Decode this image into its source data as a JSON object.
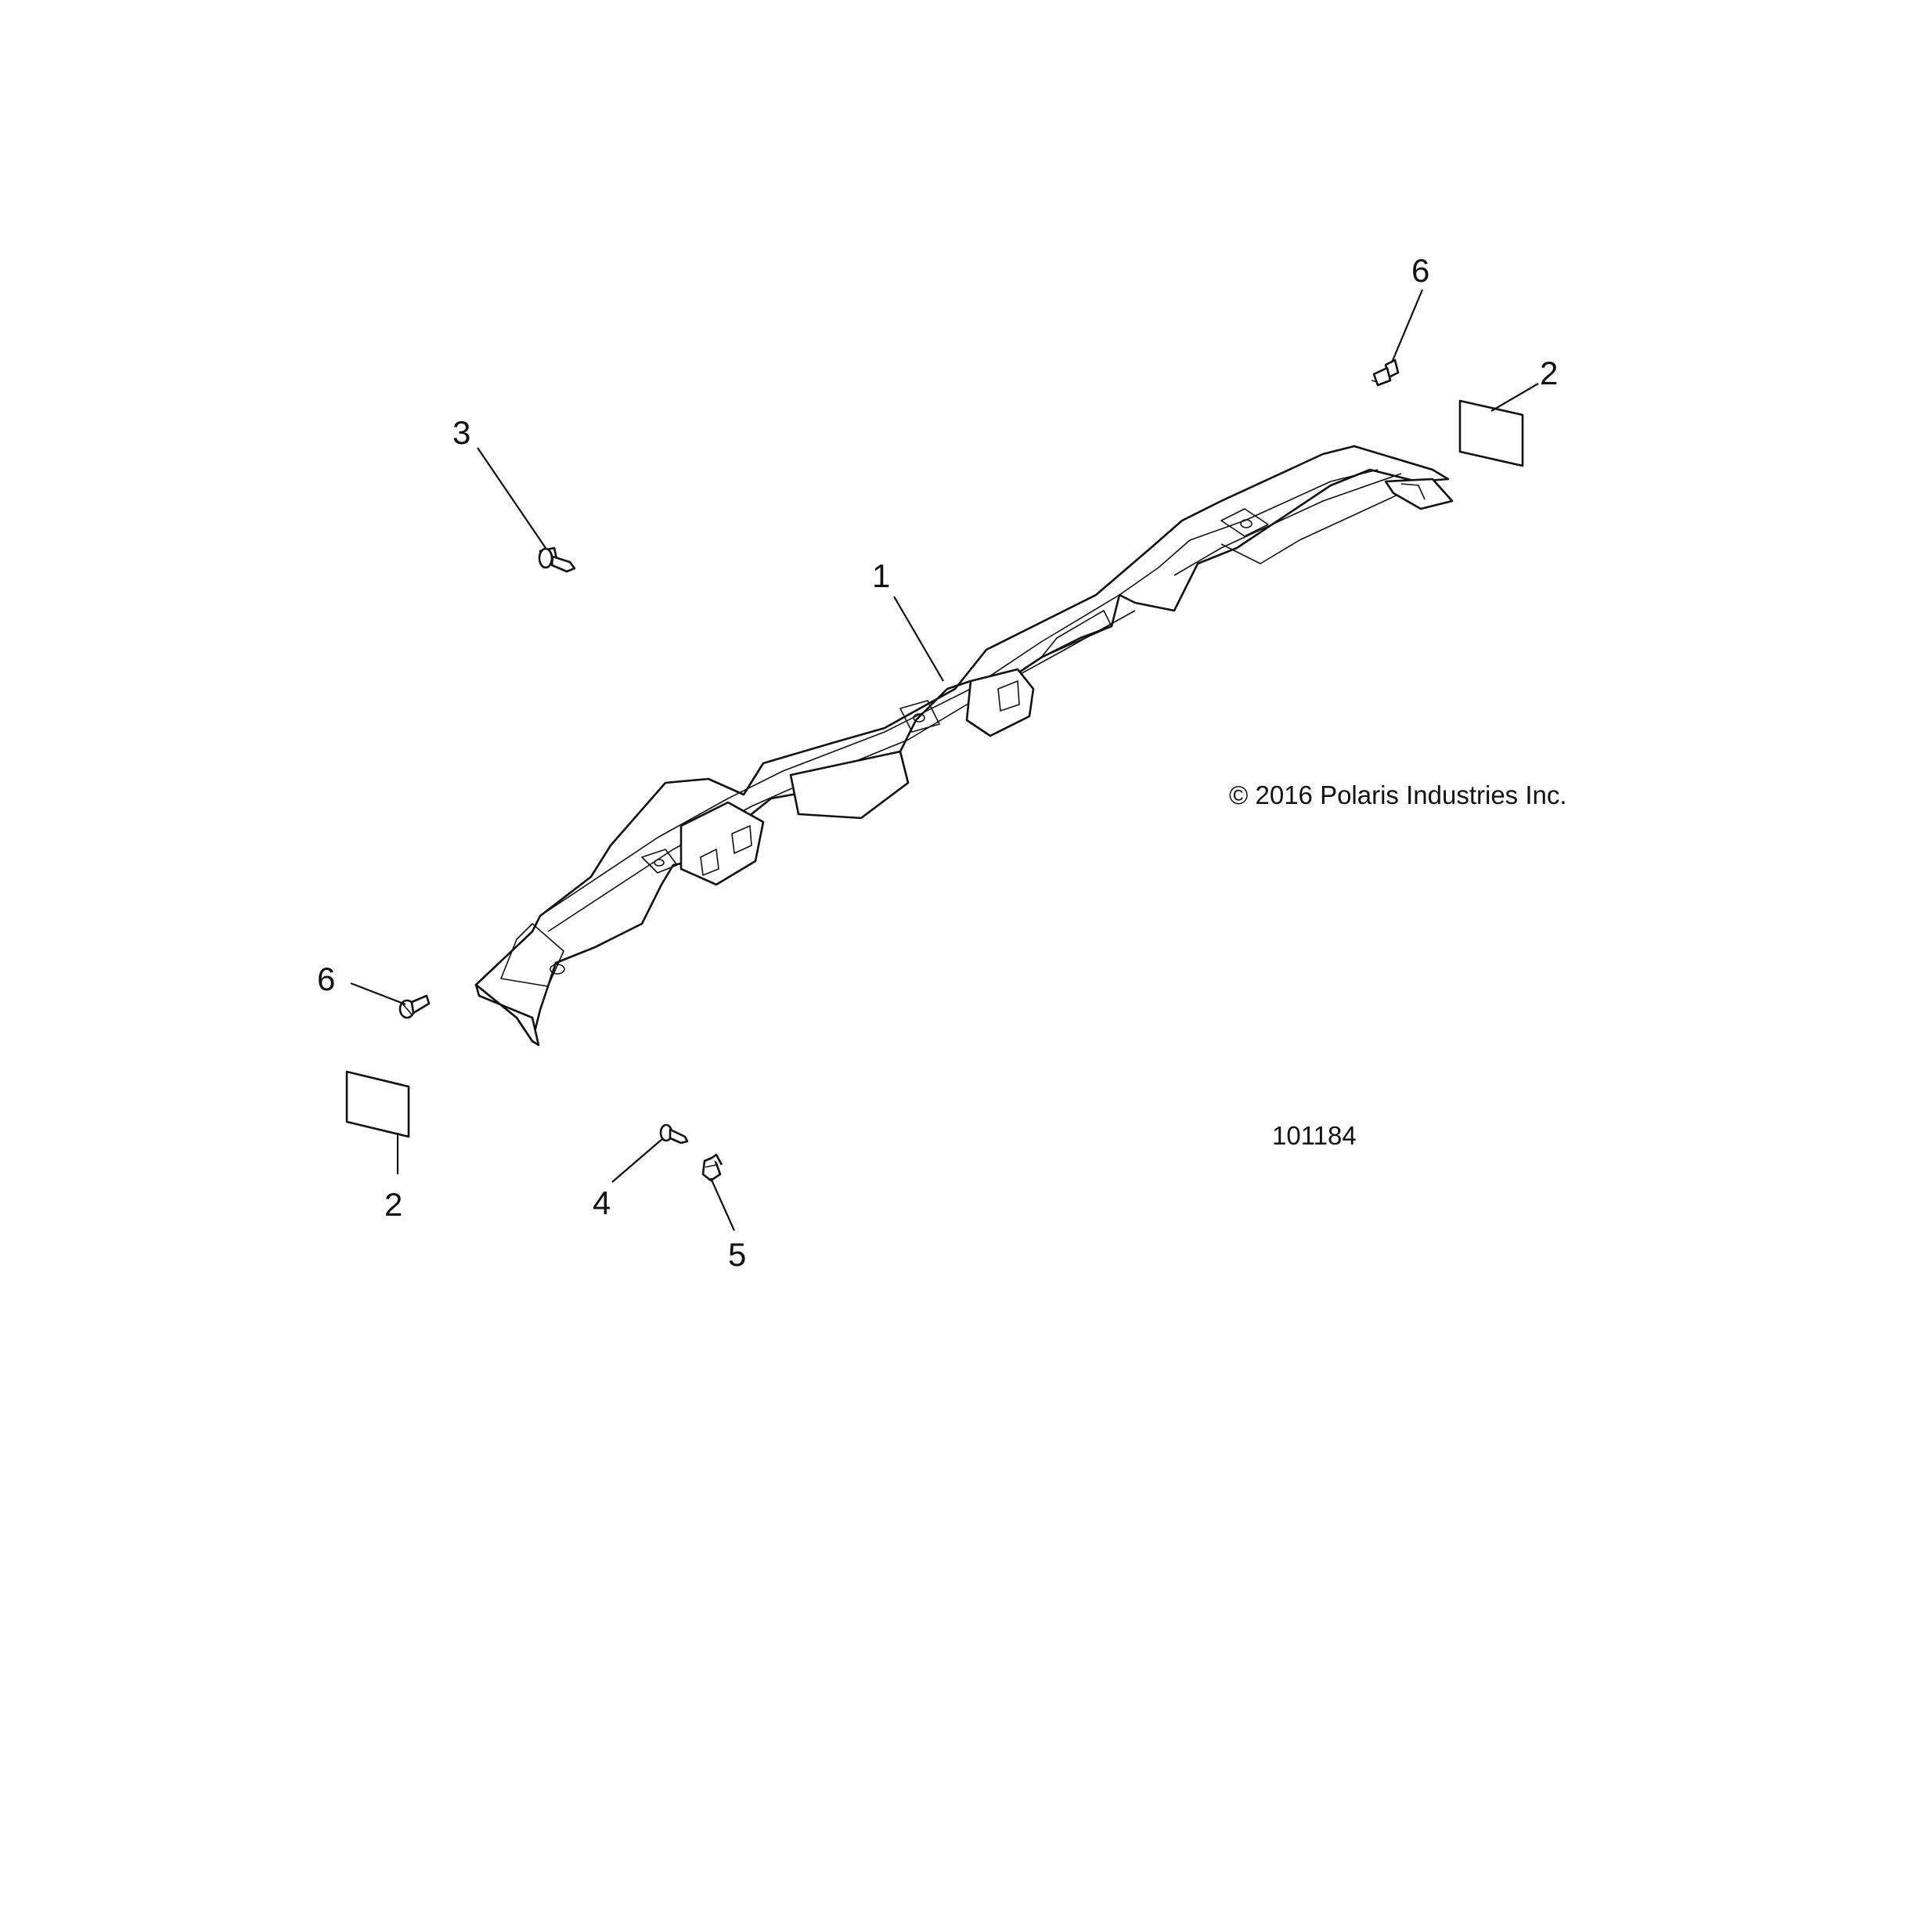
{
  "diagram": {
    "copyright": "© 2016 Polaris Industries Inc.",
    "figure_number": "101184",
    "callouts": [
      {
        "id": "bumper",
        "label": "1"
      },
      {
        "id": "decal-right",
        "label": "2"
      },
      {
        "id": "decal-left",
        "label": "2"
      },
      {
        "id": "screw-top-left",
        "label": "3"
      },
      {
        "id": "screw-bottom",
        "label": "4"
      },
      {
        "id": "clip",
        "label": "5"
      },
      {
        "id": "rivet-right",
        "label": "6"
      },
      {
        "id": "rivet-left",
        "label": "6"
      }
    ]
  },
  "colors": {
    "line": "#111111",
    "background": "#ffffff"
  }
}
